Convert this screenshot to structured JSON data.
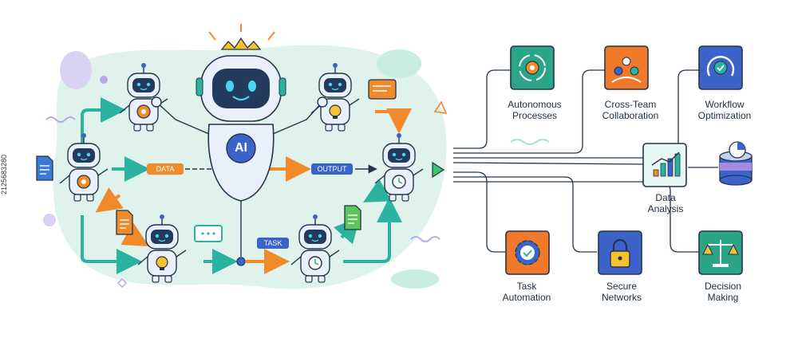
{
  "center_label": "AI",
  "flow_tags": {
    "data": "DATA",
    "output": "OUTPUT",
    "task": "TASK"
  },
  "features": [
    {
      "id": "autonomous",
      "line1": "Autonomous",
      "line2": "Processes",
      "color": "#2aa58a",
      "icon": "gear-cycle-icon"
    },
    {
      "id": "crossteam",
      "line1": "Cross-Team",
      "line2": "Collaboration",
      "color": "#f07a2a",
      "icon": "team-icon"
    },
    {
      "id": "workflow",
      "line1": "Workflow",
      "line2": "Optimization",
      "color": "#3b63c9",
      "icon": "workflow-icon"
    },
    {
      "id": "data",
      "line1": "Data",
      "line2": "Analysis",
      "color": "#e9f7f3",
      "icon": "bar-chart-icon"
    },
    {
      "id": "task",
      "line1": "Task",
      "line2": "Automation",
      "color": "#f07a2a",
      "icon": "gear-check-icon"
    },
    {
      "id": "secure",
      "line1": "Secure",
      "line2": "Networks",
      "color": "#3b63c9",
      "icon": "lock-icon"
    },
    {
      "id": "decision",
      "line1": "Decision",
      "line2": "Making",
      "color": "#2aa58a",
      "icon": "scales-icon"
    }
  ],
  "stock_id": "2125683280",
  "colors": {
    "outline": "#24344a",
    "teal": "#2bb3a0",
    "orange": "#f08a2a",
    "blue": "#3b63c9",
    "robot_body": "#e8f1fb",
    "bg_blob": "#dff3ec"
  }
}
